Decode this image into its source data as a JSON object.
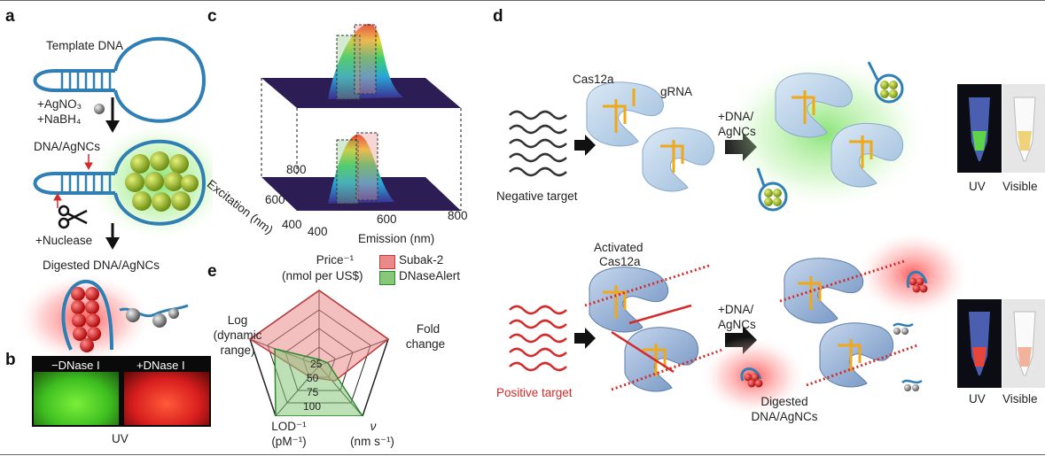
{
  "panels": {
    "a": "a",
    "b": "b",
    "c": "c",
    "d": "d",
    "e": "e"
  },
  "panel_a": {
    "template_dna": "Template DNA",
    "agno3": "+AgNO₃",
    "nabh4": "+NaBH₄",
    "dna_agncs": "DNA/AgNCs",
    "nuclease": "+Nuclease",
    "digested": "Digested DNA/AgNCs"
  },
  "panel_b": {
    "minus": "−DNase I",
    "plus": "+DNase I",
    "uv": "UV"
  },
  "panel_c": {
    "excitation_label": "Excitation (nm)",
    "emission_label": "Emission (nm)",
    "excitation_ticks": [
      "800",
      "600",
      "400"
    ],
    "emission_ticks": [
      "400",
      "600",
      "800"
    ]
  },
  "panel_e": {
    "axes": {
      "price": "Price⁻¹",
      "price_unit": "(nmol per US$)",
      "fold": "Fold",
      "fold2": "change",
      "nu": "ν",
      "nu_unit": "(nm s⁻¹)",
      "lod": "LOD⁻¹",
      "lod_unit": "(pM⁻¹)",
      "log": "Log",
      "log2": "(dynamic",
      "log3": "range)"
    },
    "rings": [
      "25",
      "50",
      "75",
      "100"
    ],
    "legend": [
      {
        "name": "Subak-2",
        "color": "#e98a8a"
      },
      {
        "name": "DNaseAlert",
        "color": "#86c77a"
      }
    ]
  },
  "panel_d": {
    "cas12a": "Cas12a",
    "grna": "gRNA",
    "neg_target": "Negative target",
    "add1a": "+DNA/",
    "add1b": "AgNCs",
    "uv": "UV",
    "visible": "Visible",
    "activated1": "Activated",
    "activated2": "Cas12a",
    "pos_target": "Positive target",
    "add2a": "+DNA/",
    "add2b": "AgNCs",
    "digested1": "Digested",
    "digested2": "DNA/AgNCs",
    "uv2": "UV",
    "visible2": "Visible"
  },
  "colors": {
    "dna_blue": "#2f7fb5",
    "green_glow": "#7ee06a",
    "red_glow": "#ff4a4a",
    "cas_blue": "#b9d2e8",
    "grna_orange": "#f0a818",
    "positive_red": "#d42a2a"
  }
}
